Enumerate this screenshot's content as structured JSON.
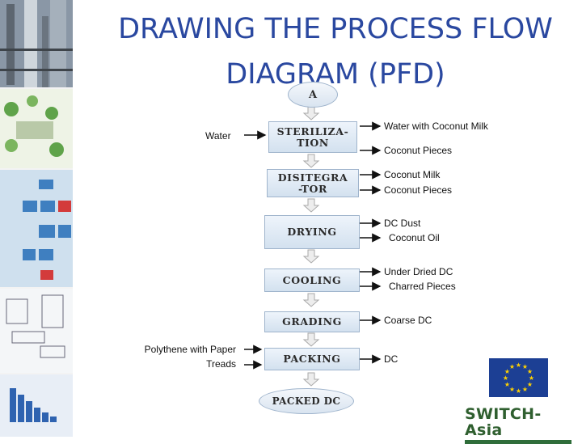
{
  "title": {
    "line1": "DRAWING THE PROCESS  FLOW",
    "line2": "DIAGRAM (PFD)"
  },
  "start": {
    "label": "A"
  },
  "steps": [
    {
      "label": "STERILIZA-\nTION"
    },
    {
      "label": "DISITEGRA\n-TOR"
    },
    {
      "label": "DRYING"
    },
    {
      "label": "COOLING"
    },
    {
      "label": "GRADING"
    },
    {
      "label": "PACKING"
    }
  ],
  "end": {
    "label": "PACKED DC"
  },
  "inputs": {
    "sterilization": "Water",
    "packing_line1": "Polythene with Paper",
    "packing_line2": "Treads"
  },
  "outputs": {
    "sterilization_1": "Water with Coconut Milk",
    "sterilization_2": "Coconut Pieces",
    "disintegrator_1": "Coconut Milk",
    "disintegrator_2": "Coconut Pieces",
    "drying_1": "DC Dust",
    "drying_2": "Coconut Oil",
    "cooling_1": "Under Dried DC",
    "cooling_2": "Charred Pieces",
    "grading_1": "Coarse DC",
    "packing_1": "DC"
  },
  "logos": {
    "switch_asia": "SWITCH-Asia"
  },
  "colors": {
    "title": "#2a48a0",
    "box_fill": "#d3e1ef",
    "eu_blue": "#1c3f94",
    "eu_star": "#ffd200"
  }
}
